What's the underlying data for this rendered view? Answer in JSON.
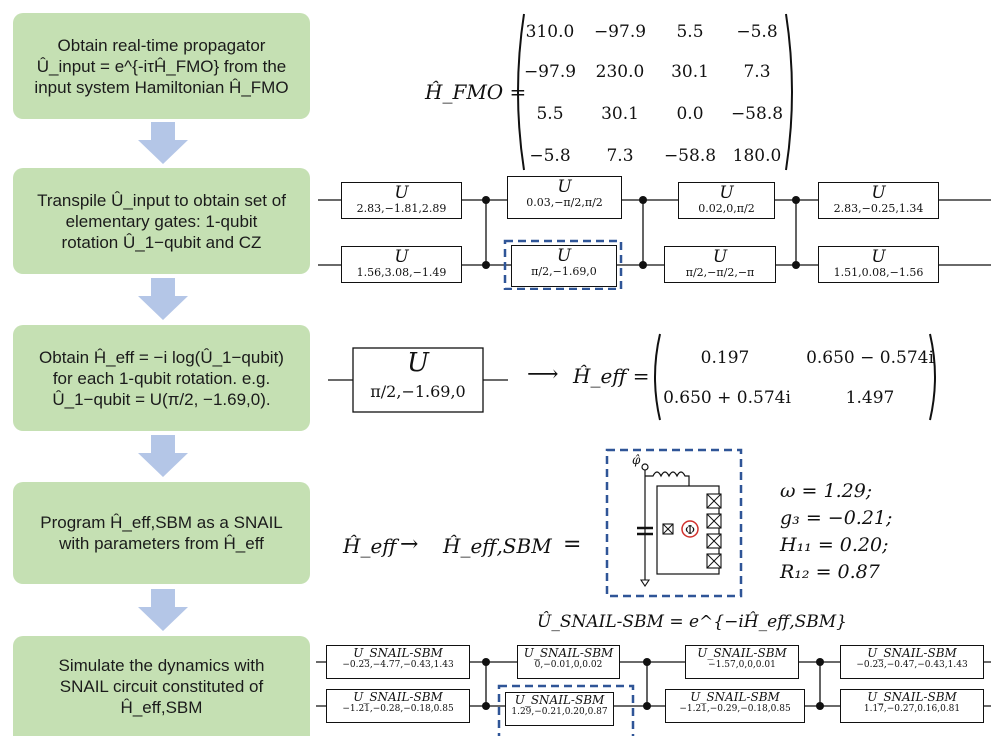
{
  "steps": [
    {
      "lines": [
        "Obtain real-time propagator",
        "Û_input = e^{-iτĤ_FMO} from the",
        "input system Hamiltonian Ĥ_FMO"
      ]
    },
    {
      "lines": [
        "Transpile Û_input to obtain set of",
        "elementary gates: 1-qubit",
        "rotation Û_1−qubit and CZ"
      ]
    },
    {
      "lines": [
        "Obtain Ĥ_eff = −i log(Û_1−qubit)",
        "for each 1-qubit rotation. e.g.",
        "Û_1−qubit = U(π/2, −1.69,0)."
      ]
    },
    {
      "lines": [
        "Program Ĥ_eff,SBM as a SNAIL",
        "with parameters from Ĥ_eff"
      ]
    },
    {
      "lines": [
        "Simulate the dynamics with",
        "SNAIL circuit constituted of",
        "Ĥ_eff,SBM"
      ]
    }
  ],
  "fmo": {
    "label": "Ĥ_FMO =",
    "matrix": [
      [
        "310.0",
        "−97.9",
        "5.5",
        "−5.8"
      ],
      [
        "−97.9",
        "230.0",
        "30.1",
        "7.3"
      ],
      [
        "5.5",
        "30.1",
        "0.0",
        "−58.8"
      ],
      [
        "−5.8",
        "7.3",
        "−58.8",
        "180.0"
      ]
    ]
  },
  "circuit1": {
    "gate_symbol": "U",
    "top": [
      "2.83,−1.81,2.89",
      "0.03,−π/2,π/2",
      "0.02,0,π/2",
      "2.83,−0.25,1.34"
    ],
    "bottom": [
      "1.56,3.08,−1.49",
      "π/2,−1.69,0",
      "π/2,−π/2,−π",
      "1.51,0.08,−1.56"
    ]
  },
  "heff": {
    "gate_symbol": "U",
    "gate_params": "π/2,−1.69,0",
    "arrow": "⟶",
    "label": "Ĥ_eff =",
    "matrix": [
      [
        "0.197",
        "0.650 − 0.574i"
      ],
      [
        "0.650 + 0.574i",
        "1.497"
      ]
    ]
  },
  "snail": {
    "lhs": "Ĥ_eff",
    "arrow": "→",
    "rhs": "Ĥ_eff,SBM",
    "equals": "=",
    "phi_node": "φ̂",
    "flux": "Φ",
    "params": [
      "ω = 1.29;",
      "g₃ = −0.21;",
      "H₁₁ = 0.20;",
      "R₁₂ = 0.87"
    ]
  },
  "usnail_eq": "Û_SNAIL-SBM = e^{−iĤ_eff,SBM}",
  "circuit2": {
    "gate_symbol": "U_SNAIL-SBM",
    "top": [
      "−0.23,−4.77,−0.43,1.43",
      "0,−0.01,0,0.02",
      "−1.57,0,0,0.01",
      "−0.23,−0.47,−0.43,1.43"
    ],
    "bottom": [
      "−1.21,−0.28,−0.18,0.85",
      "1.29,−0.21,0.20,0.87",
      "−1.21,−0.29,−0.18,0.85",
      "1.17,−0.27,0.16,0.81"
    ]
  },
  "colors": {
    "step_bg": "#c5e0b3",
    "arrow": "#b4c6e7",
    "highlight": "#2f5597",
    "flux_circle": "#d0312d"
  }
}
